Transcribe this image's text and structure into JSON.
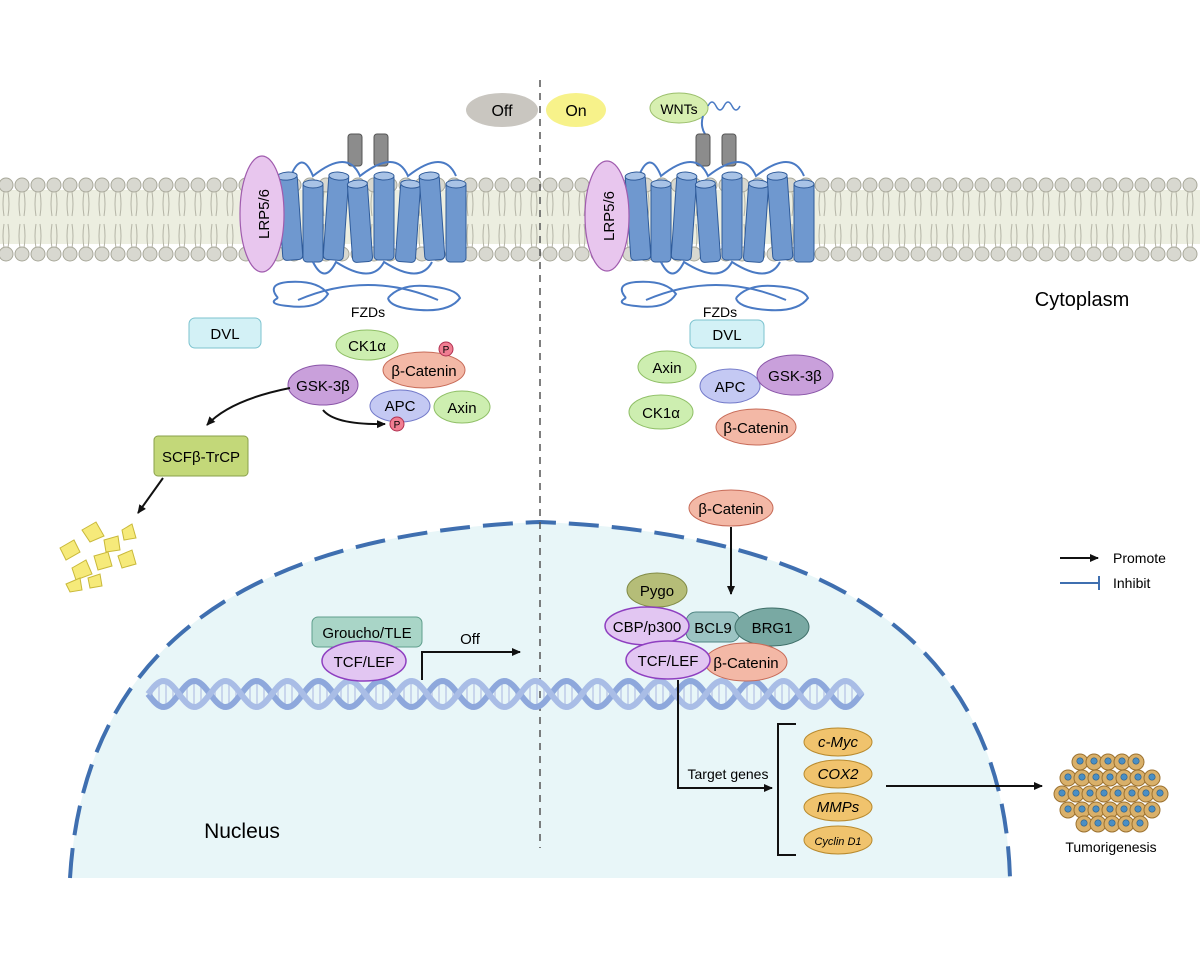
{
  "state_labels": {
    "off": "Off",
    "on": "On"
  },
  "ligand": "WNTs",
  "receptors": {
    "coreceptor_left": "LRP5/6",
    "coreceptor_right": "LRP5/6",
    "fzd_left": "FZDs",
    "fzd_right": "FZDs"
  },
  "compartments": {
    "cytoplasm": "Cytoplasm",
    "nucleus": "Nucleus"
  },
  "off_state": {
    "dvl": "DVL",
    "ck1a": "CK1α",
    "beta_catenin": "β-Catenin",
    "p1": "P",
    "p2": "P",
    "gsk3b": "GSK-3β",
    "apc": "APC",
    "axin": "Axin",
    "scf": "SCFβ-TrCP",
    "groucho": "Groucho/TLE",
    "tcf": "TCF/LEF",
    "off_arrow": "Off"
  },
  "on_state": {
    "dvl": "DVL",
    "axin": "Axin",
    "apc": "APC",
    "gsk3b": "GSK-3β",
    "ck1a": "CK1α",
    "beta_catenin_cyto": "β-Catenin",
    "beta_catenin_translocating": "β-Catenin",
    "pygo": "Pygo",
    "cbp": "CBP/p300",
    "bcl9": "BCL9",
    "brg1": "BRG1",
    "tcf": "TCF/LEF",
    "beta_catenin_nuclear": "β-Catenin"
  },
  "target_genes": {
    "label": "Target genes",
    "genes": [
      "c-Myc",
      "COX2",
      "MMPs",
      "Cyclin D1"
    ]
  },
  "outcome": "Tumorigenesis",
  "legend": {
    "promote": "Promote",
    "inhibit": "Inhibit"
  },
  "colors": {
    "off_pill": "#c9c6c0",
    "on_pill": "#f7f28a",
    "ligand": "#d7efb0",
    "lrp": "#e8c6ee",
    "fzd_blue": "#6f98cf",
    "dvl": "#d3f1f6",
    "ck1a_axin": "#cdeeb0",
    "beta_catenin": "#f3b8a6",
    "gsk3b": "#c9a0db",
    "apc": "#c4c9f3",
    "scf": "#c3d879",
    "nucleus": "#e8f6f8",
    "nuclear_envelope": "#3f6fb0",
    "groucho": "#a9d5c7",
    "tcf": "#e2c6f2",
    "pygo": "#b5bd78",
    "bcl9": "#9cc4c3",
    "brg1": "#79a9a3",
    "gene": "#f0c36d",
    "tumor": "#c89a48",
    "phospho": "#f07e92"
  }
}
